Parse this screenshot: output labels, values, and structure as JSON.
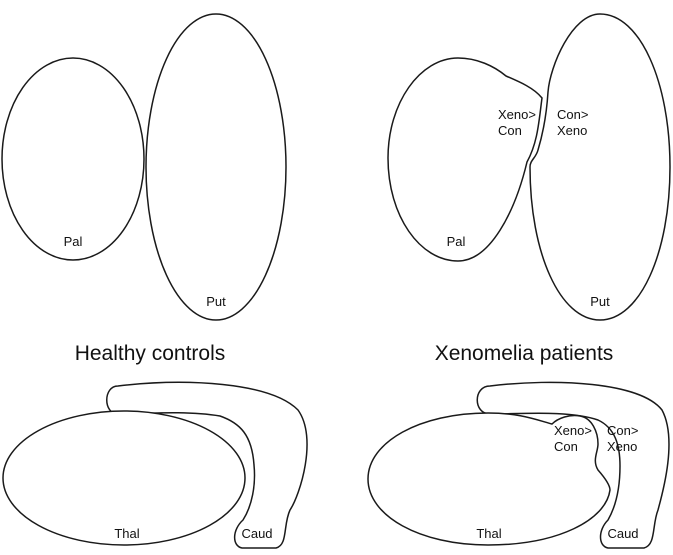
{
  "panels": {
    "top_left": {
      "pal": "Pal",
      "put": "Put"
    },
    "top_right": {
      "pal": "Pal",
      "put": "Put",
      "xeno_con_line1": "Xeno>",
      "xeno_con_line2": "Con",
      "con_xeno_line1": "Con>",
      "con_xeno_line2": "Xeno"
    },
    "bottom_left": {
      "thal": "Thal",
      "caud": "Caud"
    },
    "bottom_right": {
      "thal": "Thal",
      "caud": "Caud",
      "xeno_con_line1": "Xeno>",
      "xeno_con_line2": "Con",
      "con_xeno_line1": "Con>",
      "con_xeno_line2": "Xeno"
    }
  },
  "titles": {
    "left": "Healthy controls",
    "right": "Xenomelia patients"
  }
}
